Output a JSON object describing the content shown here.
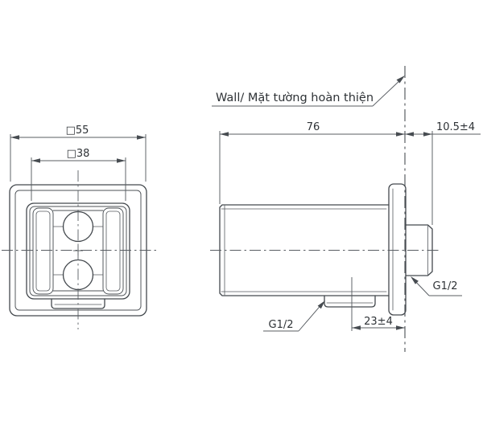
{
  "labels": {
    "wall": "Wall/ Mặt tường hoàn thiện",
    "front_outer_width": "□55",
    "front_inner_width": "□38",
    "body_length": "76",
    "wall_protrusion": "10.5±4",
    "outlet_offset": "23±4",
    "outlet_thread": "G1/2",
    "inlet_thread": "G1/2"
  },
  "colors": {
    "object_line": "#44494e",
    "thin_line": "#585d62",
    "text": "#2e3236",
    "background": "#ffffff"
  }
}
